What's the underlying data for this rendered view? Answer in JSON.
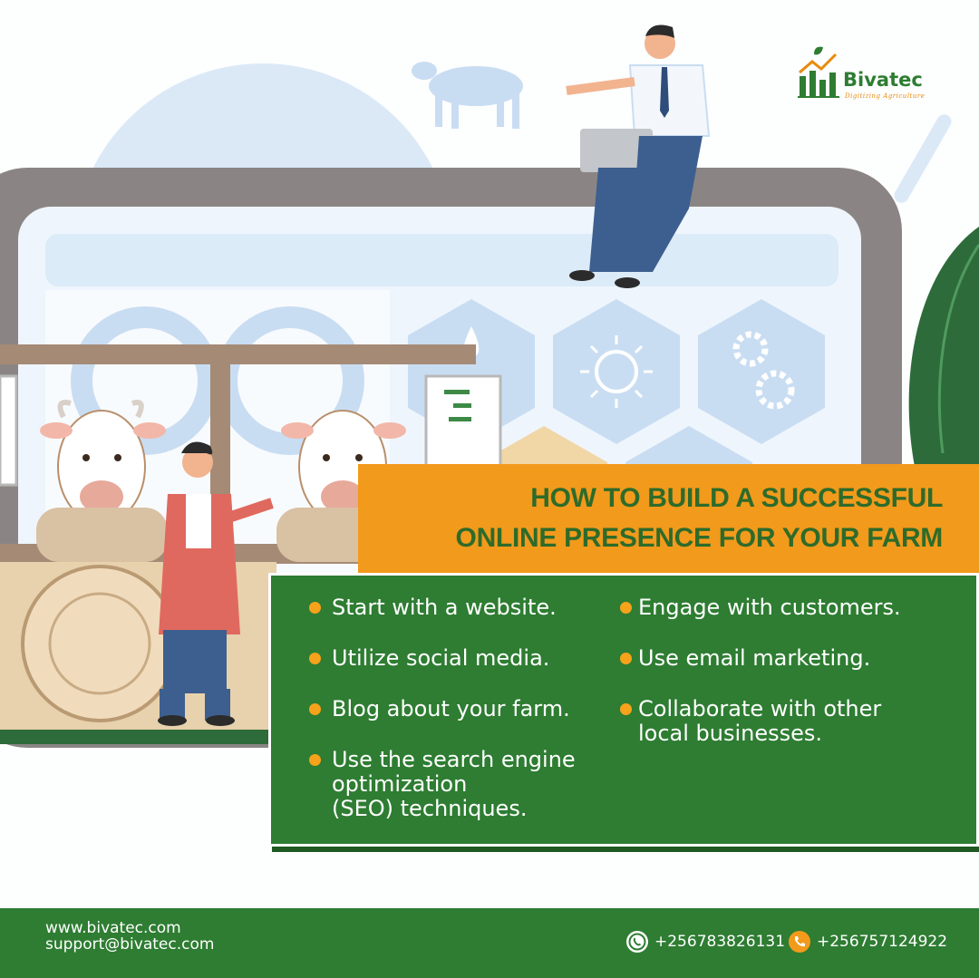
{
  "brand": {
    "name": "Bivatec",
    "tagline": "Digitizing Agriculture"
  },
  "banner": {
    "title_line1": "HOW TO BUILD A SUCCESSFUL",
    "title_line2": "ONLINE PRESENCE FOR YOUR FARM"
  },
  "tips": {
    "left": [
      "Start with a website.",
      "Utilize social media.",
      "Blog about your farm.",
      "Use the search engine optimization (SEO) techniques."
    ],
    "left_lines": {
      "l4_line1": "Use the search engine",
      "l4_line2": "optimization",
      "l4_line3": "(SEO) techniques."
    },
    "right": [
      "Engage with customers.",
      "Use email marketing.",
      "Collaborate with other local businesses."
    ],
    "right_lines": {
      "r3_line1": "Collaborate with other",
      "r3_line2": "local businesses."
    }
  },
  "footer": {
    "website": "www.bivatec.com",
    "email": "support@bivatec.com",
    "whatsapp": "+256783826131",
    "phone": "+256757124922",
    "whatsapp_icon": "whatsapp-icon",
    "phone_icon": "phone-icon"
  },
  "colors": {
    "green": "#2e7d32",
    "orange": "#f29a1c",
    "light_blue": "#dbe9f7"
  }
}
